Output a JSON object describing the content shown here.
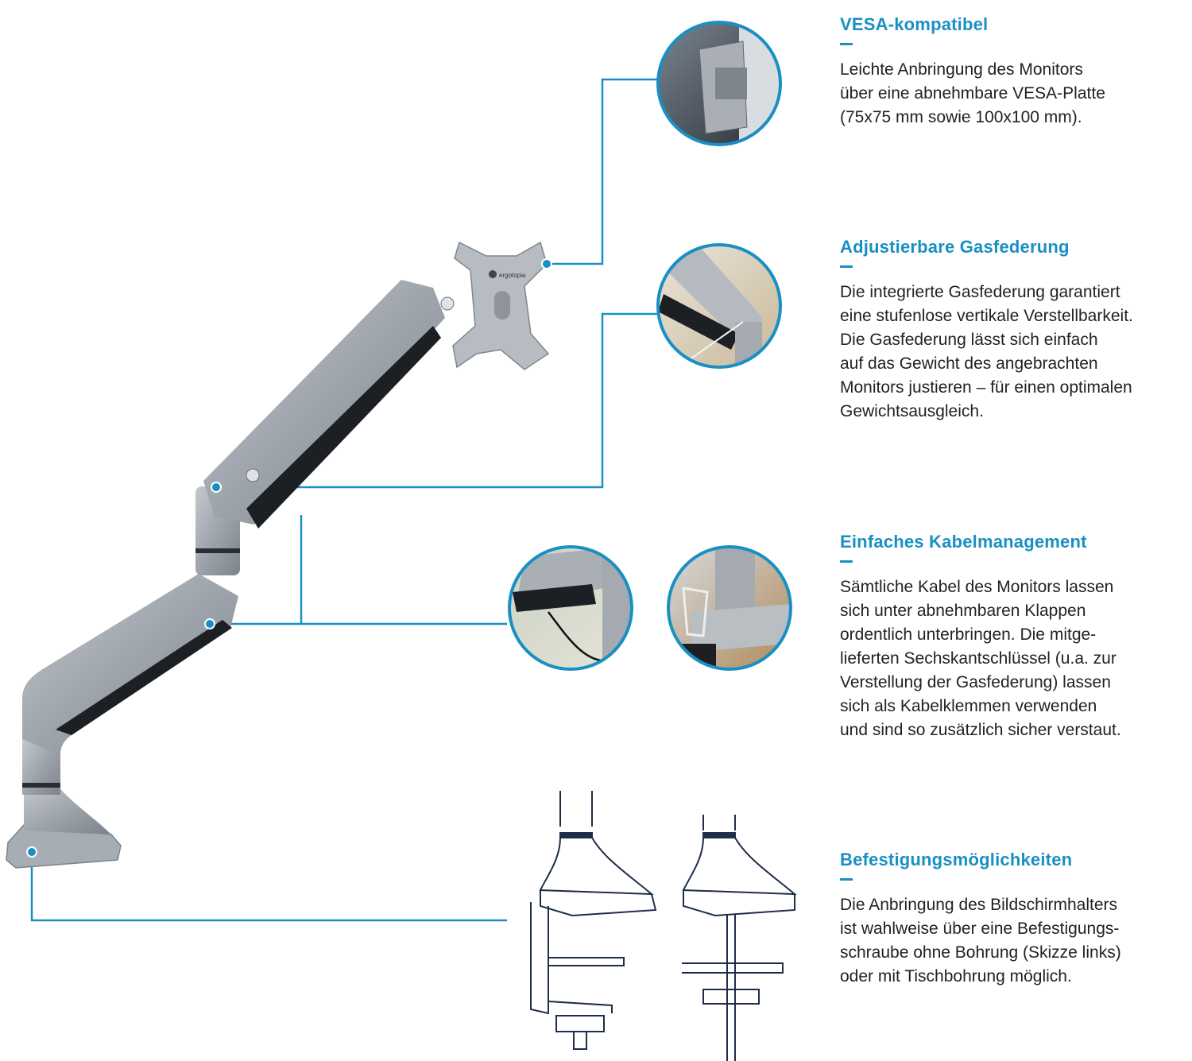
{
  "colors": {
    "accent": "#1a8fc4",
    "text": "#222222",
    "arm": "#9aa0a8"
  },
  "brand": {
    "logo_text": "ergotopia"
  },
  "features": [
    {
      "title": "VESA-kompatibel",
      "text": "Leichte Anbringung des Monitors\nüber eine abnehmbare VESA-Platte\n(75x75 mm sowie 100x100 mm)."
    },
    {
      "title": "Adjustierbare Gasfederung",
      "text": "Die integrierte Gasfederung garantiert\neine stufenlose vertikale Verstellbarkeit.\nDie Gasfederung lässt sich einfach\nauf das Gewicht des angebrachten\nMonitors justieren – für einen optimalen\nGewichtsausgleich."
    },
    {
      "title": "Einfaches Kabelmanagement",
      "text": "Sämtliche Kabel des Monitors lassen\nsich unter abnehmbaren Klappen\nordentlich unterbringen. Die mitge-\nlieferten Sechskantschlüssel (u.a. zur\nVerstellung der Gasfederung) lassen\nsich als Kabelklemmen verwenden\nund sind so zusätzlich sicher verstaut."
    },
    {
      "title": "Befestigungsmöglichkeiten",
      "text": "Die Anbringung des Bildschirmhalters\nist wahlweise über eine Befestigungs-\nschraube ohne Bohrung (Skizze links)\noder mit Tischbohrung möglich."
    }
  ]
}
